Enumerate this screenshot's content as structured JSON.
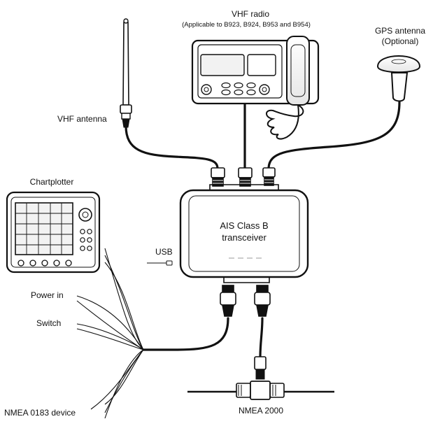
{
  "labels": {
    "vhf_radio": "VHF radio",
    "vhf_radio_note": "(Applicable to B923, B924, B953 and B954)",
    "gps_antenna": "GPS antenna",
    "gps_optional": "(Optional)",
    "vhf_antenna": "VHF antenna",
    "chartplotter": "Chartplotter",
    "usb": "USB",
    "ais_line1": "AIS Class B",
    "ais_line2": "transceiver",
    "power_in": "Power in",
    "switch": "Switch",
    "nmea0183": "NMEA 0183 device",
    "nmea2000": "NMEA 2000"
  },
  "colors": {
    "stroke": "#111111",
    "fill": "#ffffff",
    "screen": "#f2f2f2"
  }
}
